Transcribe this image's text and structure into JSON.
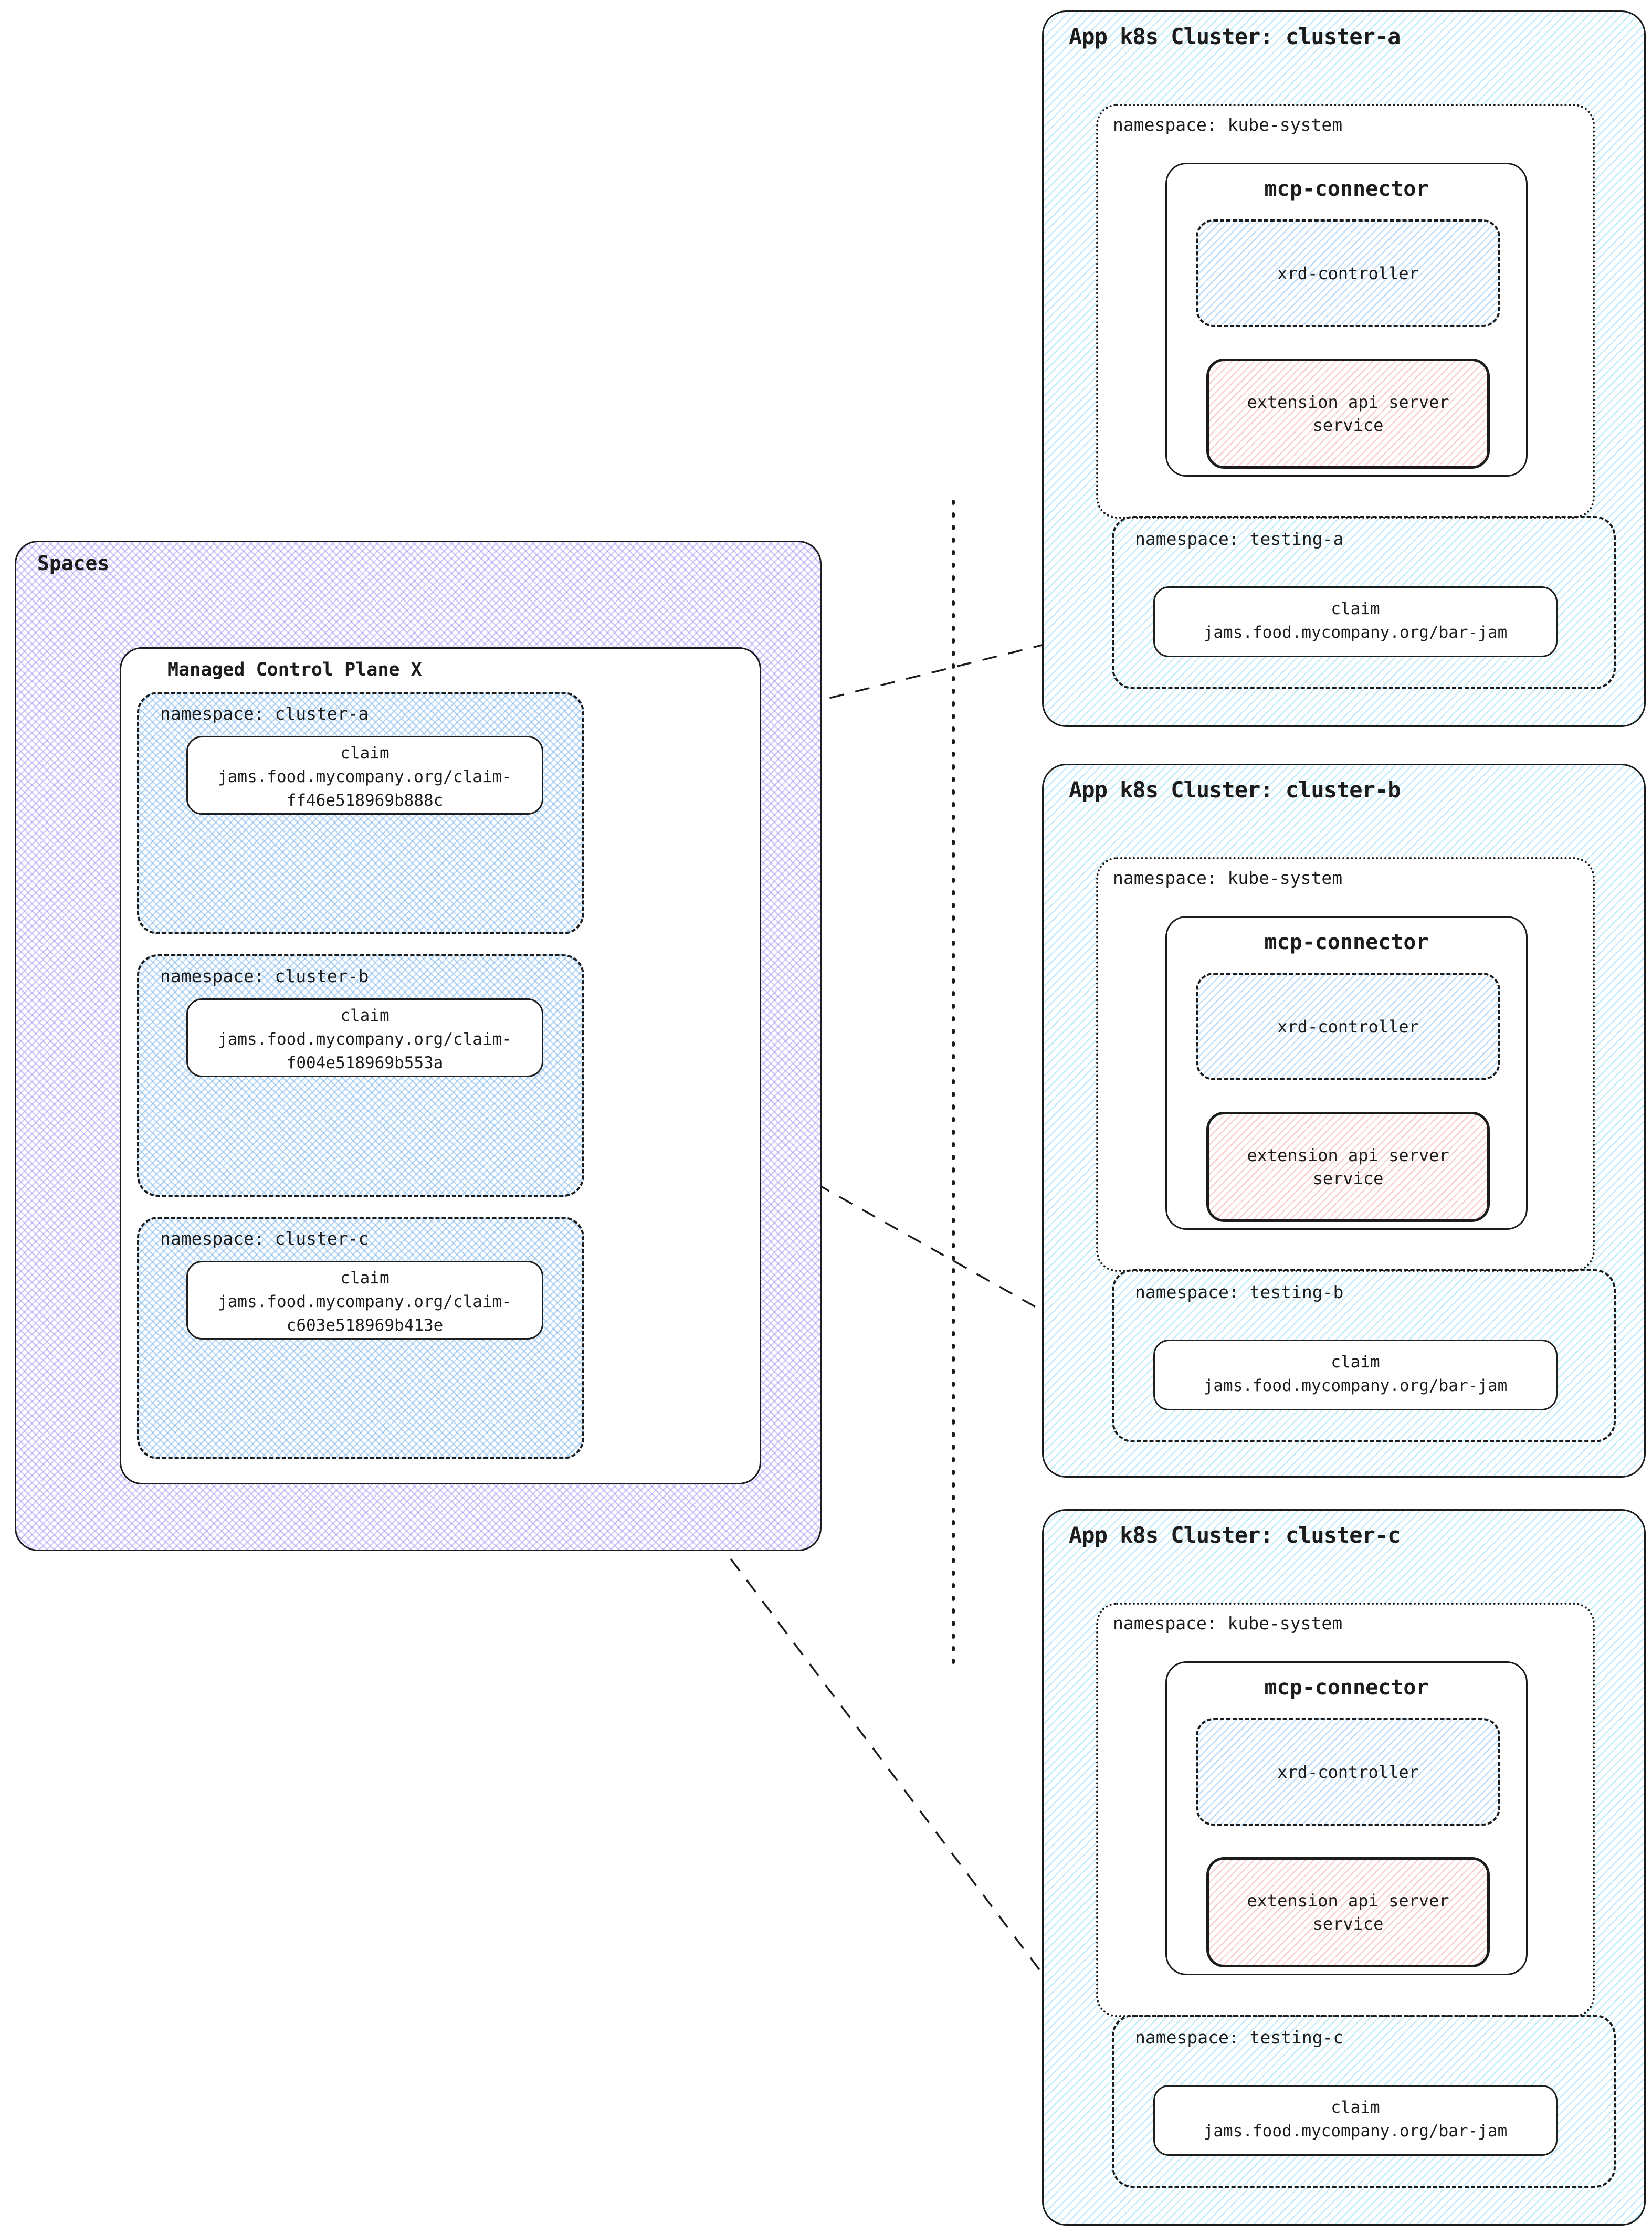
{
  "colors": {
    "ink": "#1c1c1c",
    "spaces_hatch": "#9781f6",
    "namespace_crosshatch": "#6eafeb",
    "cluster_hatch": "#6ed2f0",
    "xrd_hatch": "#78b9f5",
    "extension_hatch": "#f09696",
    "box_background": "#ffffff"
  },
  "spaces": {
    "label": "Spaces",
    "control_plane": {
      "label": "Managed Control Plane X",
      "namespaces": [
        {
          "label": "namespace: cluster-a",
          "claim": {
            "title": "claim",
            "path_line1": "jams.food.mycompany.org/claim-",
            "path_line2": "ff46e518969b888c"
          }
        },
        {
          "label": "namespace: cluster-b",
          "claim": {
            "title": "claim",
            "path_line1": "jams.food.mycompany.org/claim-",
            "path_line2": "f004e518969b553a"
          }
        },
        {
          "label": "namespace: cluster-c",
          "claim": {
            "title": "claim",
            "path_line1": "jams.food.mycompany.org/claim-",
            "path_line2": "c603e518969b413e"
          }
        }
      ]
    }
  },
  "clusters": [
    {
      "title": "App k8s Cluster: cluster-a",
      "kube_system": {
        "label": "namespace: kube-system",
        "mcp_connector": {
          "title": "mcp-connector",
          "xrd_controller": "xrd-controller",
          "extension_api_line1": "extension api server",
          "extension_api_line2": "service"
        }
      },
      "testing": {
        "label": "namespace: testing-a",
        "claim": {
          "title": "claim",
          "path": "jams.food.mycompany.org/bar-jam"
        }
      }
    },
    {
      "title": "App k8s Cluster: cluster-b",
      "kube_system": {
        "label": "namespace: kube-system",
        "mcp_connector": {
          "title": "mcp-connector",
          "xrd_controller": "xrd-controller",
          "extension_api_line1": "extension api server",
          "extension_api_line2": "service"
        }
      },
      "testing": {
        "label": "namespace: testing-b",
        "claim": {
          "title": "claim",
          "path": "jams.food.mycompany.org/bar-jam"
        }
      }
    },
    {
      "title": "App k8s Cluster: cluster-c",
      "kube_system": {
        "label": "namespace: kube-system",
        "mcp_connector": {
          "title": "mcp-connector",
          "xrd_controller": "xrd-controller",
          "extension_api_line1": "extension api server",
          "extension_api_line2": "service"
        }
      },
      "testing": {
        "label": "namespace: testing-c",
        "claim": {
          "title": "claim",
          "path": "jams.food.mycompany.org/bar-jam"
        }
      }
    }
  ]
}
